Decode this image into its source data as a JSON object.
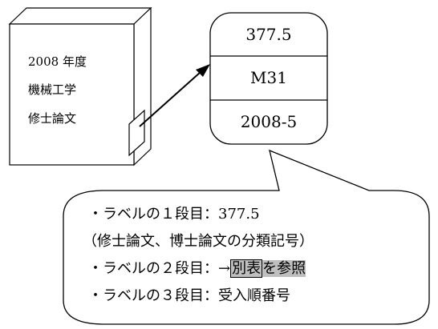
{
  "book": {
    "line1": "2008 年度",
    "line2": "機械工学",
    "line3": "修士論文"
  },
  "label": {
    "tier1": "377.5",
    "tier2": "M31",
    "tier3": "2008-5"
  },
  "bubble": {
    "line1": "・ラベルの１段目：377.5",
    "line2": "（修士論文、博士論文の分類記号）",
    "line3_prefix": "・ラベルの２段目：→",
    "line3_highlight1": "別表",
    "line3_highlight2": "を参照",
    "line4": "・ラベルの３段目：受入順番号"
  }
}
